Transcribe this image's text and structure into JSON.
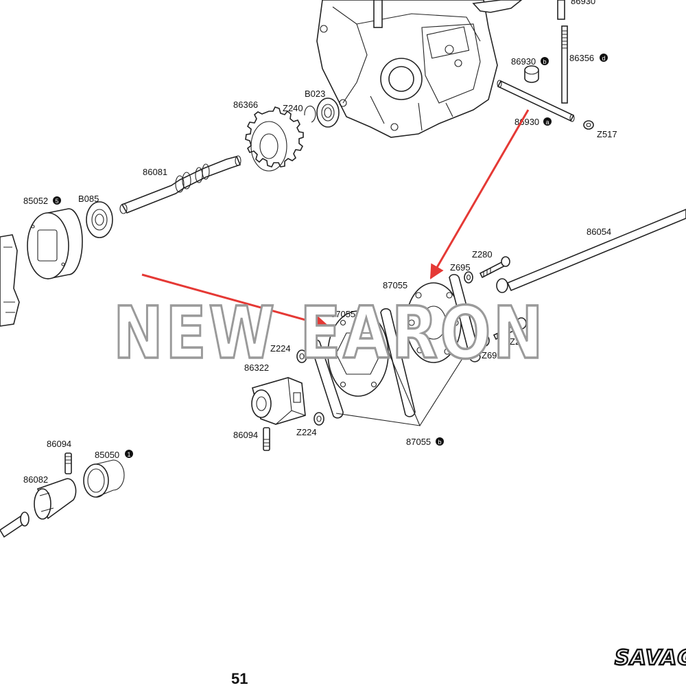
{
  "labels": {
    "top_partial": "86930",
    "p86930b": "86930",
    "p86356d": "86356",
    "p86366": "86366",
    "pZ240": "Z240",
    "pB023": "B023",
    "p86930a": "86930",
    "pZ517": "Z517",
    "p86081": "86081",
    "p85052": "85052",
    "pB085": "B085",
    "p86054": "86054",
    "pZ280_top": "Z280",
    "pZ695_top": "Z695",
    "p87055_right": "87055",
    "p87055_center": "87055",
    "pZ224_top": "Z224",
    "pZ280_bottom": "Z280",
    "pZ695_bottom": "Z695",
    "p86322": "86322",
    "p86094_center": "86094",
    "pZ224_bottom": "Z224",
    "p87055b": "87055",
    "p86094_left": "86094",
    "p85050": "85050",
    "p86082": "86082"
  },
  "badges": {
    "b": "b",
    "d": "d",
    "a": "a",
    "five": "5",
    "one": "1"
  },
  "watermark": "NEW EARON",
  "logo": "SAVAG",
  "page_number": "51",
  "colors": {
    "arrow": "#e53935",
    "line": "#222222",
    "watermark_stroke": "#9a9a9a"
  }
}
